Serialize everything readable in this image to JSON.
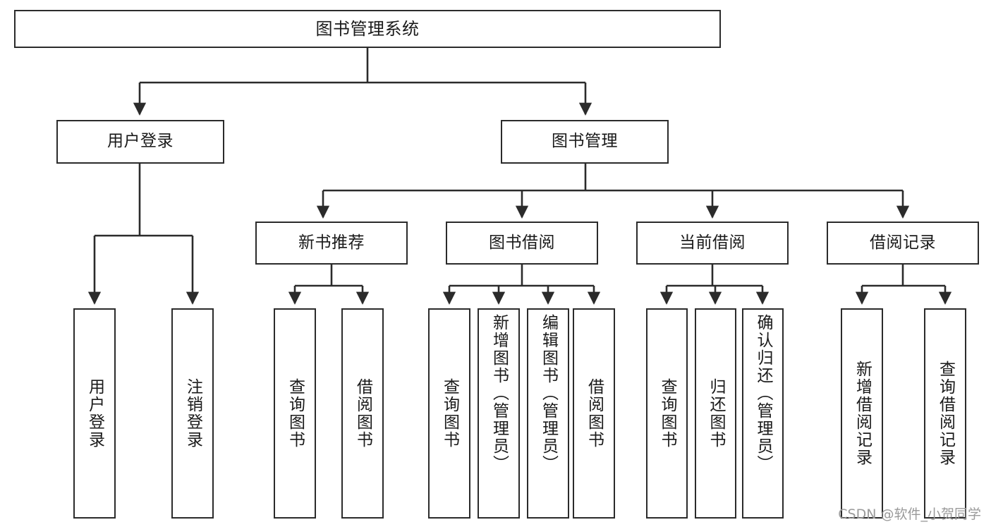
{
  "diagram": {
    "type": "tree",
    "title": "图书管理系统",
    "watermark": "CSDN @软件_小贺同学",
    "line_color": "#2b2b2b",
    "box_border_color": "#2b2b2b",
    "box_fill_color": "#ffffff",
    "text_color": "#1a1a1a",
    "nodes": {
      "root": "图书管理系统",
      "level2": [
        "用户登录",
        "图书管理"
      ],
      "level3": [
        "新书推荐",
        "图书借阅",
        "当前借阅",
        "借阅记录"
      ],
      "leaves": {
        "user_login": [
          "用户登录",
          "注销登录"
        ],
        "new_book_recommend": [
          "查询图书",
          "借阅图书"
        ],
        "book_borrow": [
          "查询图书",
          "新增图书（管理员）",
          "编辑图书（管理员）",
          "借阅图书"
        ],
        "current_borrow": [
          "查询图书",
          "归还图书",
          "确认归还（管理员）"
        ],
        "borrow_record": [
          "新增借阅记录",
          "查询借阅记录"
        ]
      }
    }
  }
}
